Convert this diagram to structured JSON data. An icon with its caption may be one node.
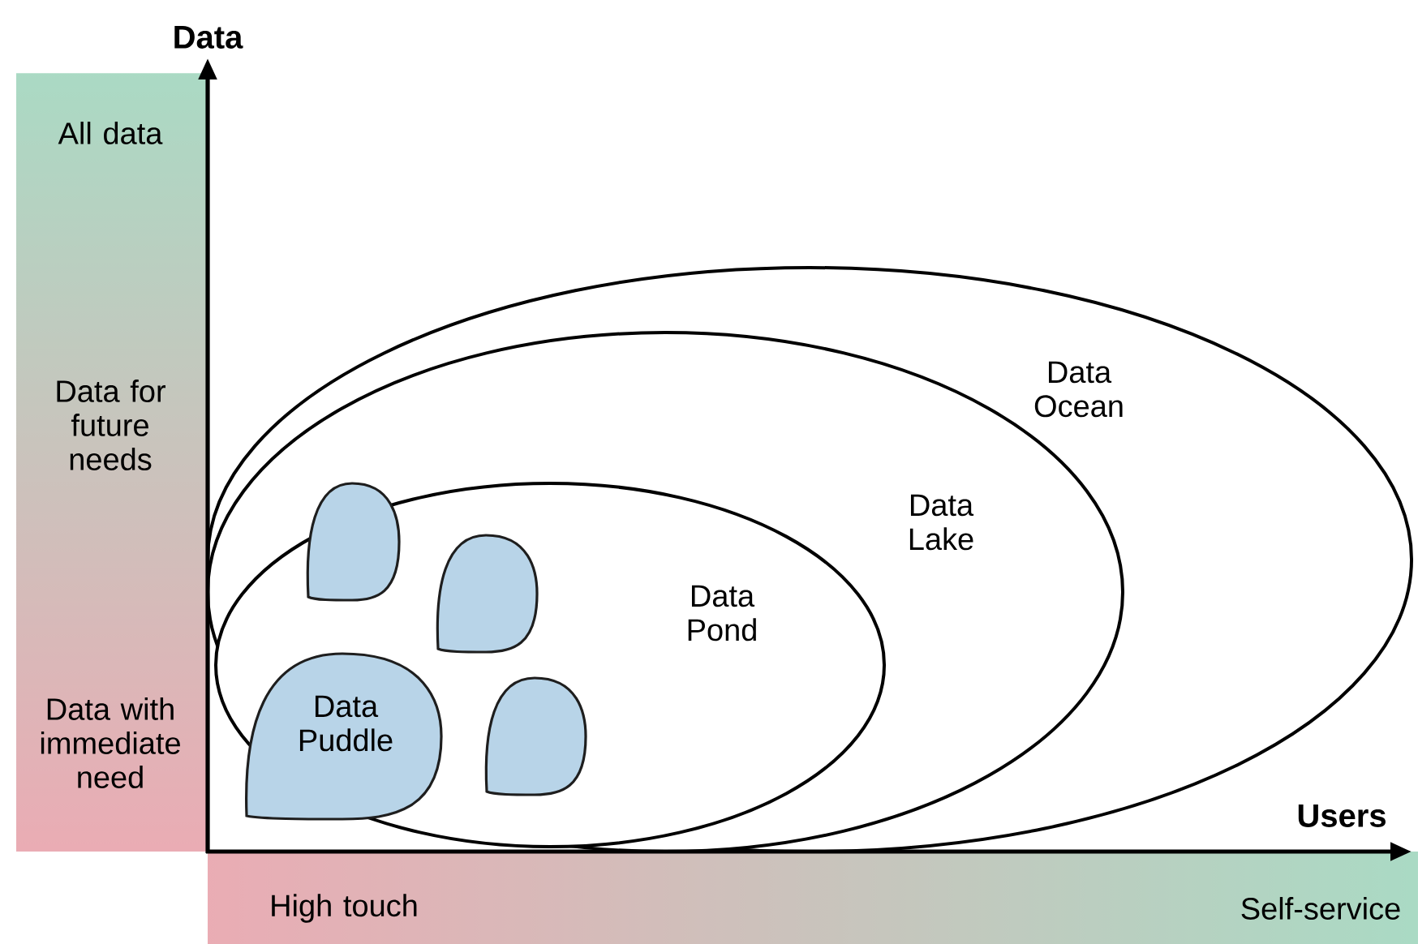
{
  "diagram": {
    "nodes": [
      {
        "text": [
          "All data",
          "Data for future needs",
          "Data with immediate need"
        ]
      },
      {
        "text": [
          "High touch",
          "Self-service"
        ]
      },
      {
        "text": [
          "Data Ocean"
        ]
      },
      {
        "text": [
          "Data Lake"
        ],
        "in": 2
      },
      {
        "text": [
          "Data Pond"
        ],
        "in": 3
      },
      {
        "text": [
          "Data Puddle"
        ],
        "in": 4
      },
      {
        "text": [],
        "shape": "drop",
        "in": 4
      },
      {
        "text": [],
        "shape": "drop",
        "in": 4
      },
      {
        "text": [],
        "shape": "drop",
        "in": 4
      }
    ],
    "labels": [
      "Data",
      "Users"
    ]
  }
}
